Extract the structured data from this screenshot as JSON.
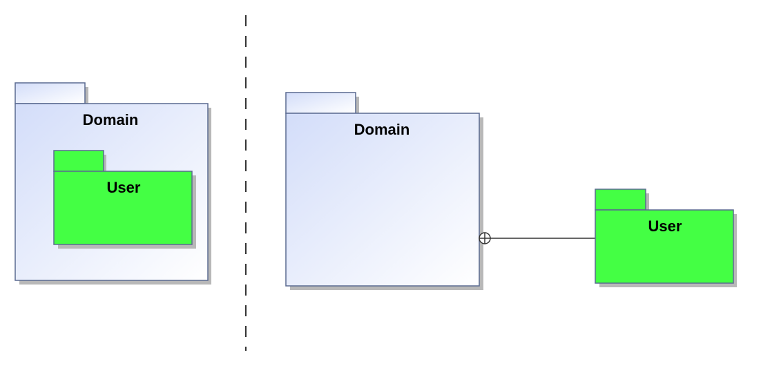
{
  "diagram": {
    "left": {
      "outer_package": {
        "label": "Domain"
      },
      "inner_package": {
        "label": "User"
      }
    },
    "right": {
      "outer_package": {
        "label": "Domain"
      },
      "inner_package": {
        "label": "User"
      },
      "relation": "containment"
    },
    "colors": {
      "outer_fill_top": "#d6e0fa",
      "outer_fill_bottom": "#ffffff",
      "tab_fill": "#d6e0fa",
      "inner_fill": "#44ff44",
      "border": "#5a6a90",
      "shadow": "#b8b8b8",
      "separator": "#333333"
    }
  }
}
